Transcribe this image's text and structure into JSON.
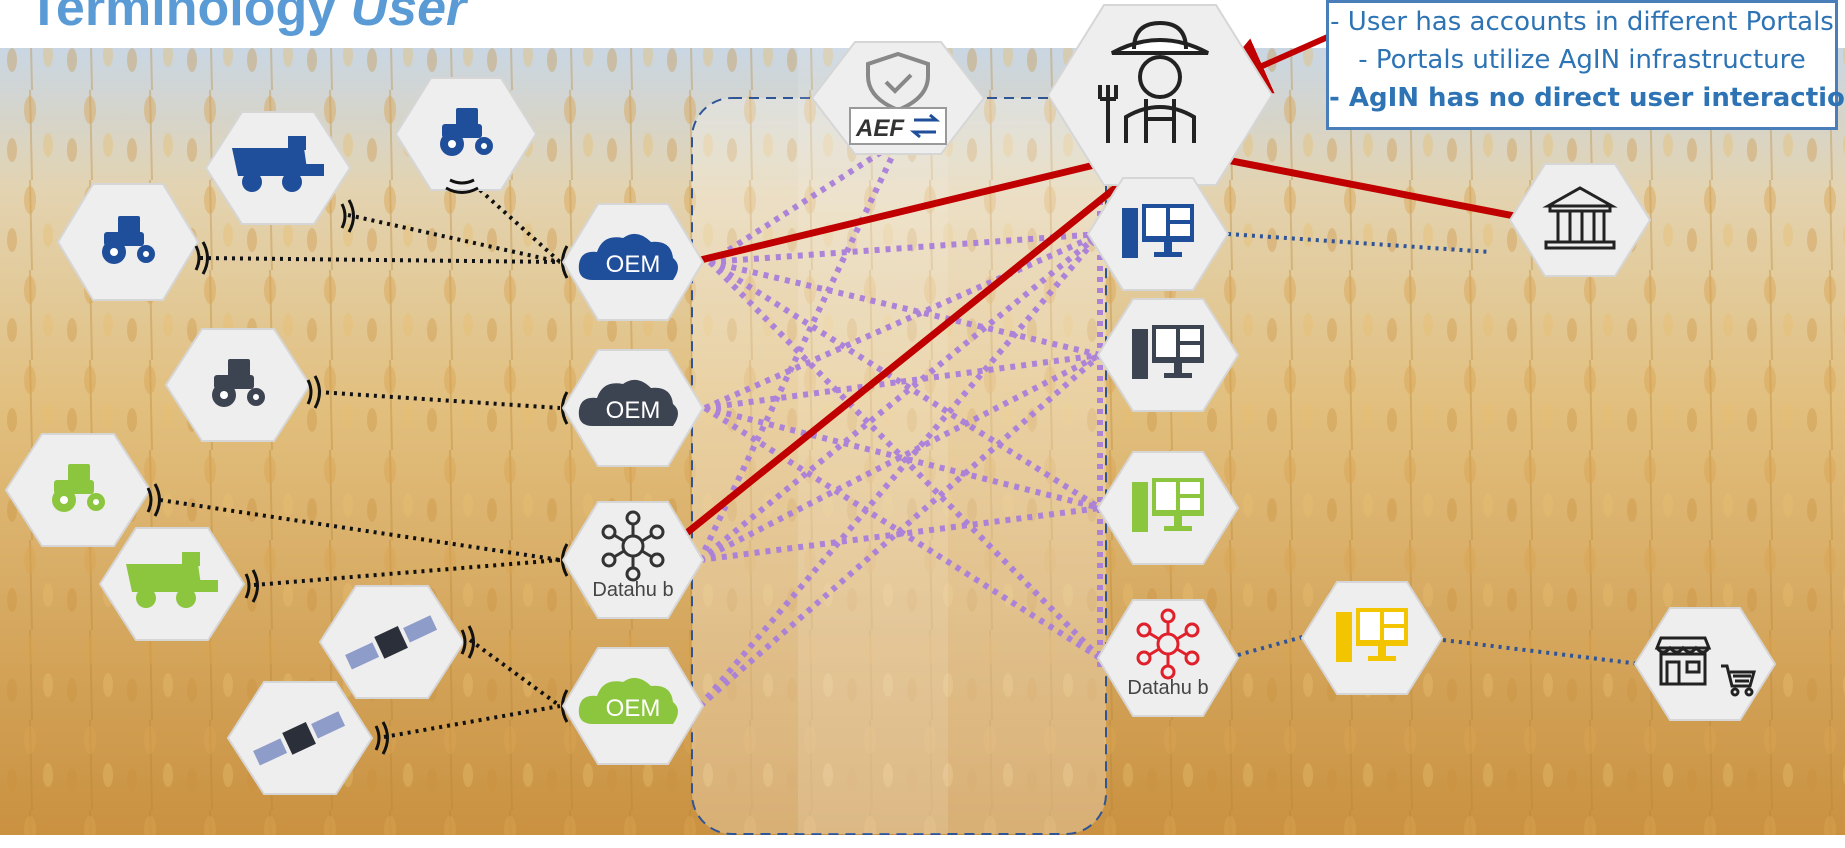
{
  "title": {
    "part1": "Terminology ",
    "part2": "User"
  },
  "callout": {
    "line1": "- User has accounts in different Portals",
    "line2": "- Portals utilize AgIN infrastructure",
    "line3": "- AgIN has no direct user interaction"
  },
  "nodes": {
    "oem_label": "OEM",
    "datahub_label": "Datahu b",
    "aef_label": "AEF"
  },
  "colors": {
    "oem_blue": "#1f4e9a",
    "oem_dark": "#3d4451",
    "oem_green": "#8cc63f",
    "user_link": "#c00000",
    "data_link": "#a97fdb",
    "device_link": "#111111",
    "portal_link": "#2f5597"
  },
  "icons": [
    "farmer-icon",
    "tractor-icon",
    "harvester-icon",
    "satellite-icon",
    "cloud-icon",
    "hub-icon",
    "computer-icon",
    "government-building-icon",
    "shop-icon",
    "shopping-cart-icon",
    "shield-check-icon"
  ]
}
